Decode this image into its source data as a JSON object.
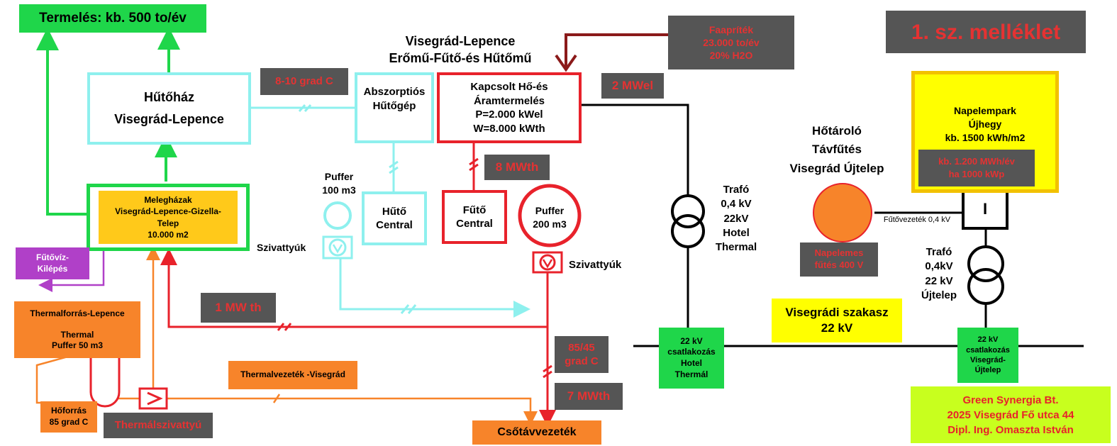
{
  "top_title": "Termelés: kb. 500 to/év",
  "annex": "1. sz. melléklet",
  "plant_title": "Visegrád-Lepence\nErőmű-Fűtő-és Hűtőmű",
  "cold_store": "Hűtőház\nVisegrád-Lepence",
  "temp_label": "8-10 grad C",
  "absorption": "Abszorptiós\nHűtőgép",
  "chp": "Kapcsolt Hő-és\nÁramtermelés\nP=2.000 kWel\nW=8.000 kWth",
  "wood_chips": "Faapríték\n23.000 to/év\n20% H2O",
  "power_label": "2 MWel",
  "heat_label_8": "8 MWth",
  "buffer_100": "Puffer\n100 m3",
  "pumps_left": "Szivattyúk",
  "cool_central": "Hűtő\nCentral",
  "heat_central": "Fűtő\nCentral",
  "buffer_200": "Puffer\n200 m3",
  "pumps_right": "Szivattyúk",
  "greenhouses": "Melegházak\nVisegrád-Lepence-Gizella-\nTelep\n10.000 m2",
  "water_exit": "Fűtővíz-\nKilépés",
  "heat_label_1": "1 MW th",
  "thermal_source": "Thermalforrás-Lepence\n\nThermal\nPuffer  50 m3",
  "thermal_pipe": "Thermalvezeték -Visegrád",
  "hot_spring": "Hőforrás\n85 grad C",
  "thermal_pump": "Thermálszivattyú",
  "temp_85_45": "85/45\ngrad C",
  "heat_label_7": "7 MWth",
  "district_pipe": "Csőtávvezeték",
  "trafo_hotel": "Trafó\n0,4 kV\n22kV\nHotel\nThermal",
  "conn_hotel": "22 kV\ncsatlakozás\nHotel\nThermál",
  "segment": "Visegrádi szakasz\n22 kV",
  "heat_storage": "Hőtároló\nTávfűtés\nVisegrád Újtelep",
  "solar_heating": "Napelemes\nfűtés 400 V",
  "heating_line": "Fűtővezeték 0,4 kV",
  "solar_park": "Napelempark\nÚjhegy\nkb. 1500 kWh/m2",
  "solar_yield": "kb. 1.200 MWh/év\nha 1000 kWp",
  "inverter_symbol": "I",
  "trafo_ujtelep": "Trafó\n0,4kV\n22 kV\nÚjtelep",
  "conn_ujtelep": "22 kV\ncsatlakozás\nVisegrád-\nÚjtelep",
  "company": "Green Synergia Bt.\n2025 Visegrád Fő utca 44\nDipl. Ing. Omaszta István",
  "colors": {
    "green": "#1fd64a",
    "cyan": "#8ef0ee",
    "red": "#e8222b",
    "orange": "#f7842a",
    "purple": "#b040c8",
    "dark": "#555555",
    "yellow": "#ffff00",
    "lime": "#c8ff1e",
    "maroon": "#8b1a1a"
  }
}
